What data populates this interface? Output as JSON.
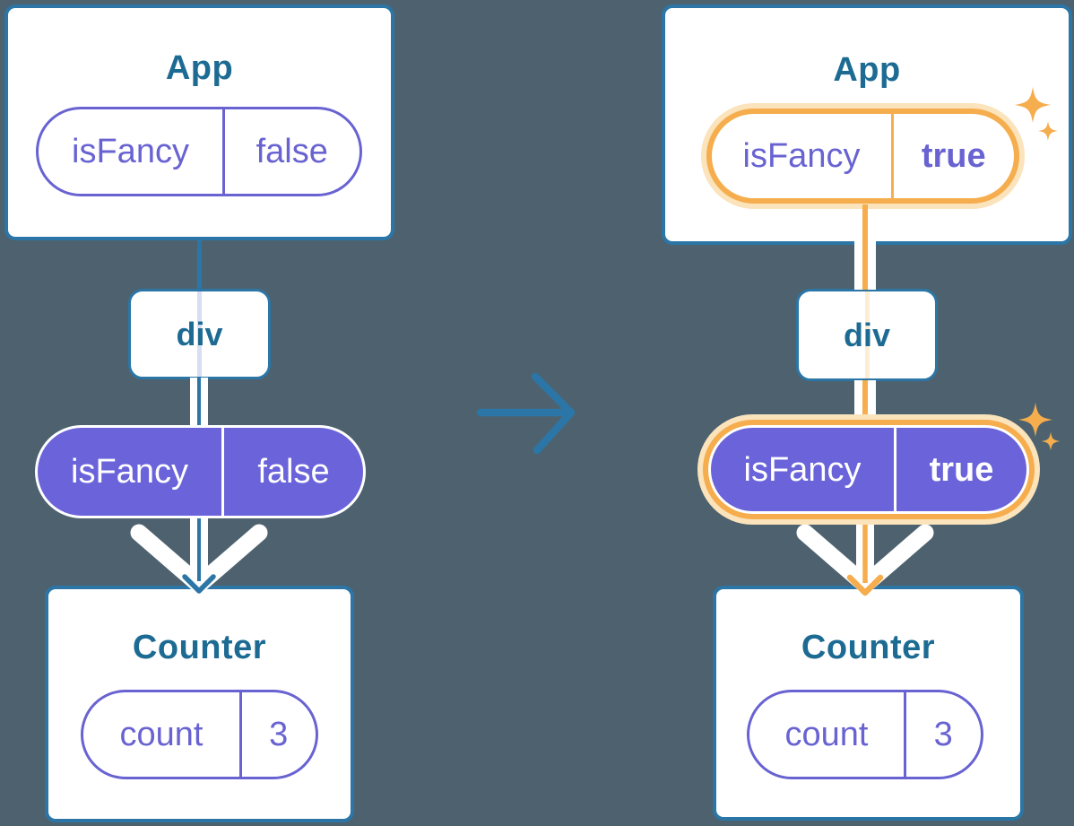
{
  "colors": {
    "background": "#4D626E",
    "card-bg": "#FFFFFF",
    "blue-border": "#2B76A6",
    "blue-text": "#1D6B93",
    "purple": "#6963D2",
    "purple-fill": "#6A63DA",
    "lavender-trace": "#D8DFF3",
    "orange": "#F5AD4D",
    "orange-pale": "#FBE3BB",
    "cream-trace": "#FCEDD4",
    "white": "#FFFFFF"
  },
  "before": {
    "app": {
      "title": "App",
      "prop": {
        "name": "isFancy",
        "value": "false"
      }
    },
    "div": {
      "label": "div"
    },
    "passed_prop": {
      "name": "isFancy",
      "value": "false"
    },
    "counter": {
      "title": "Counter",
      "state": {
        "name": "count",
        "value": "3"
      }
    }
  },
  "after": {
    "app": {
      "title": "App",
      "prop": {
        "name": "isFancy",
        "value": "true"
      }
    },
    "div": {
      "label": "div"
    },
    "passed_prop": {
      "name": "isFancy",
      "value": "true"
    },
    "counter": {
      "title": "Counter",
      "state": {
        "name": "count",
        "value": "3"
      }
    }
  },
  "icons": {
    "transition_arrow": "→",
    "sparkle": "✦"
  }
}
